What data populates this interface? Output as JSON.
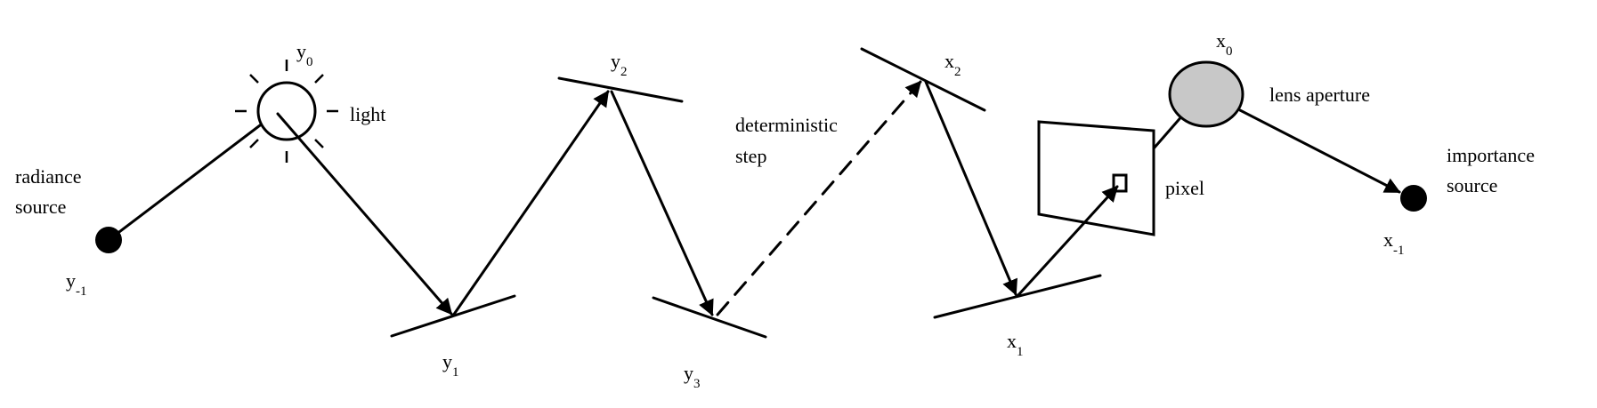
{
  "labels": {
    "radiance_source": [
      "radiance",
      "source"
    ],
    "light": "light",
    "deterministic_step": [
      "deterministic",
      "step"
    ],
    "pixel": "pixel",
    "lens_aperture": "lens aperture",
    "importance_source": [
      "importance",
      "source"
    ]
  },
  "vertices": {
    "y_minus1": {
      "base": "y",
      "sub": "-1"
    },
    "y0": {
      "base": "y",
      "sub": "0"
    },
    "y1": {
      "base": "y",
      "sub": "1"
    },
    "y2": {
      "base": "y",
      "sub": "2"
    },
    "y3": {
      "base": "y",
      "sub": "3"
    },
    "x2": {
      "base": "x",
      "sub": "2"
    },
    "x1": {
      "base": "x",
      "sub": "1"
    },
    "x0": {
      "base": "x",
      "sub": "0"
    },
    "x_minus1": {
      "base": "x",
      "sub": "-1"
    }
  },
  "colors": {
    "stroke": "#000000",
    "lens_fill": "#c8c8c8",
    "source_fill": "#000000"
  },
  "icons": {
    "light": "light-bulb-icon",
    "radiance_source": "filled-dot-icon",
    "importance_source": "filled-dot-icon"
  }
}
